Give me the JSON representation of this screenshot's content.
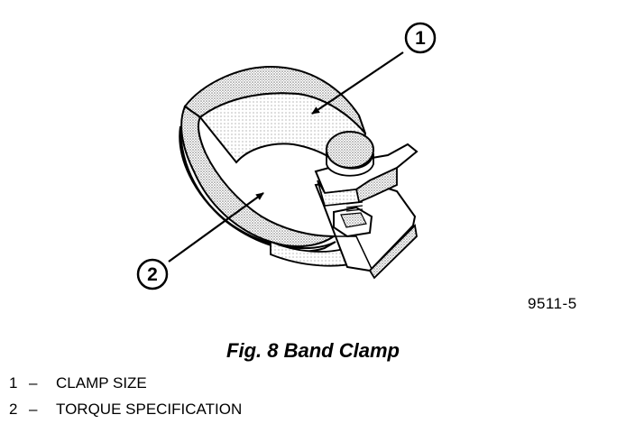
{
  "figure": {
    "callouts": [
      {
        "number": "1"
      },
      {
        "number": "2"
      }
    ],
    "figure_id": "9511-5",
    "caption": "Fig. 8 Band Clamp"
  },
  "legend": [
    {
      "number": "1",
      "dash": "–",
      "text": "CLAMP SIZE"
    },
    {
      "number": "2",
      "dash": "–",
      "text": "TORQUE SPECIFICATION"
    }
  ]
}
